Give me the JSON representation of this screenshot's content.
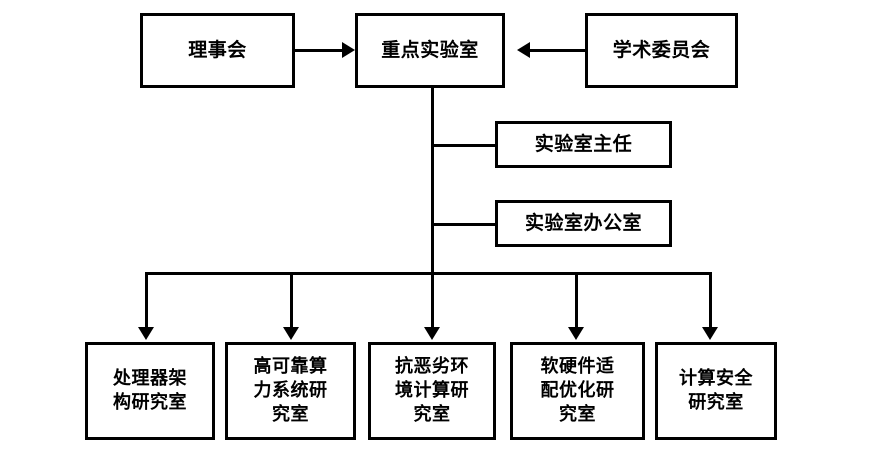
{
  "diagram": {
    "type": "organization-chart",
    "colors": {
      "line": "#000000",
      "box_border": "#000000",
      "box_fill": "#ffffff",
      "text": "#000000",
      "background": "#ffffff"
    },
    "top_row": [
      {
        "id": "board",
        "label": "理事会"
      },
      {
        "id": "key-lab",
        "label": "重点实验室"
      },
      {
        "id": "academic",
        "label": "学术委员会"
      }
    ],
    "staff": [
      {
        "id": "director",
        "label": "实验室主任"
      },
      {
        "id": "office",
        "label": "实验室办公室"
      }
    ],
    "departments": [
      {
        "id": "processor-arch",
        "label": "处理器架\n构研究室"
      },
      {
        "id": "reliable-compute",
        "label": "高可靠算\n力系统研\n究室"
      },
      {
        "id": "harsh-environment",
        "label": "抗恶劣环\n境计算研\n究室"
      },
      {
        "id": "sw-hw-adaptation",
        "label": "软硬件适\n配优化研\n究室"
      },
      {
        "id": "compute-security",
        "label": "计算安全\n研究室"
      }
    ],
    "connections": [
      {
        "from": "board",
        "to": "key-lab",
        "style": "arrow-right"
      },
      {
        "from": "academic",
        "to": "key-lab",
        "style": "arrow-left"
      },
      {
        "from": "key-lab",
        "to": "director",
        "style": "elbow-line"
      },
      {
        "from": "key-lab",
        "to": "office",
        "style": "elbow-line"
      },
      {
        "from": "key-lab",
        "to": "processor-arch",
        "style": "arrow-down"
      },
      {
        "from": "key-lab",
        "to": "reliable-compute",
        "style": "arrow-down"
      },
      {
        "from": "key-lab",
        "to": "harsh-environment",
        "style": "arrow-down"
      },
      {
        "from": "key-lab",
        "to": "sw-hw-adaptation",
        "style": "arrow-down"
      },
      {
        "from": "key-lab",
        "to": "compute-security",
        "style": "arrow-down"
      }
    ]
  }
}
